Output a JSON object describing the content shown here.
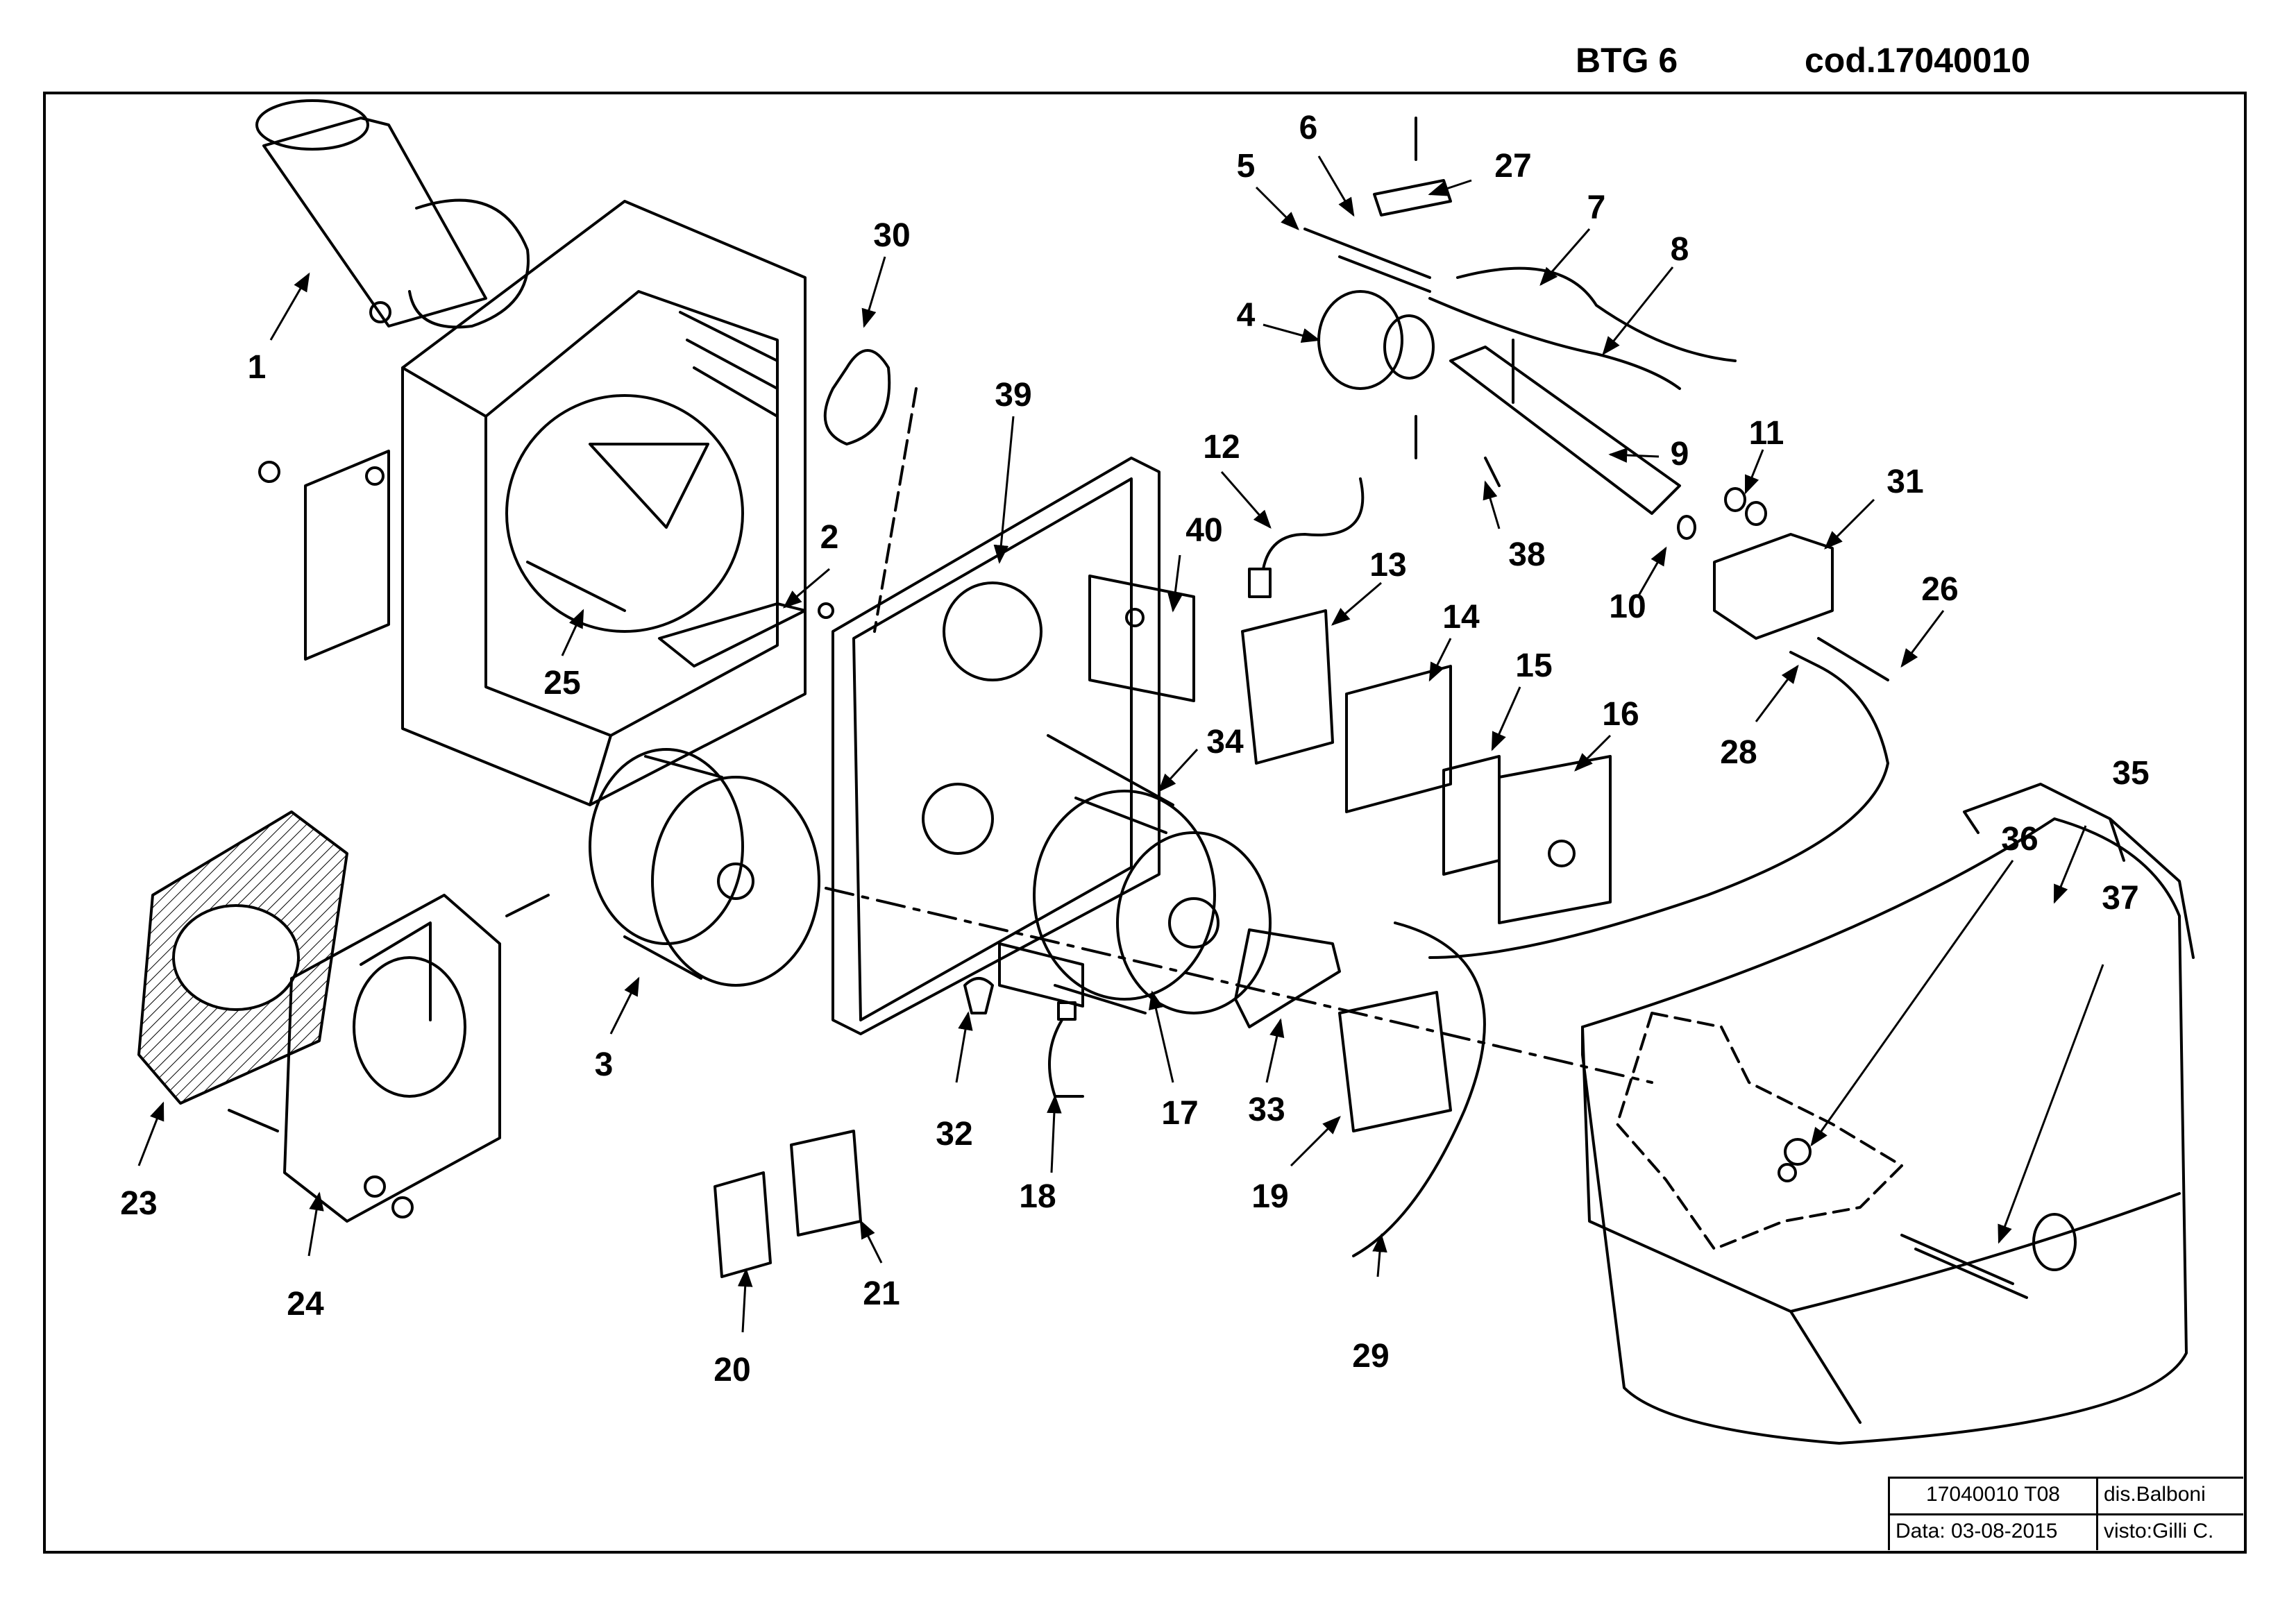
{
  "header": {
    "model": "BTG  6",
    "code": "cod.17040010"
  },
  "title_block": {
    "drawing_no": "17040010 T08",
    "drawn_by": "dis.Balboni",
    "date": "Data: 03-08-2015",
    "checked_by": "visto:Gilli C."
  },
  "callouts": [
    "1",
    "2",
    "3",
    "4",
    "5",
    "6",
    "7",
    "8",
    "9",
    "10",
    "11",
    "12",
    "13",
    "14",
    "15",
    "16",
    "17",
    "18",
    "19",
    "20",
    "21",
    "23",
    "24",
    "25",
    "26",
    "27",
    "28",
    "29",
    "30",
    "31",
    "32",
    "33",
    "34",
    "35",
    "36",
    "37",
    "38",
    "39",
    "40"
  ],
  "colors": {
    "line": "#000000",
    "hatch": "#000000",
    "background": "#ffffff"
  }
}
